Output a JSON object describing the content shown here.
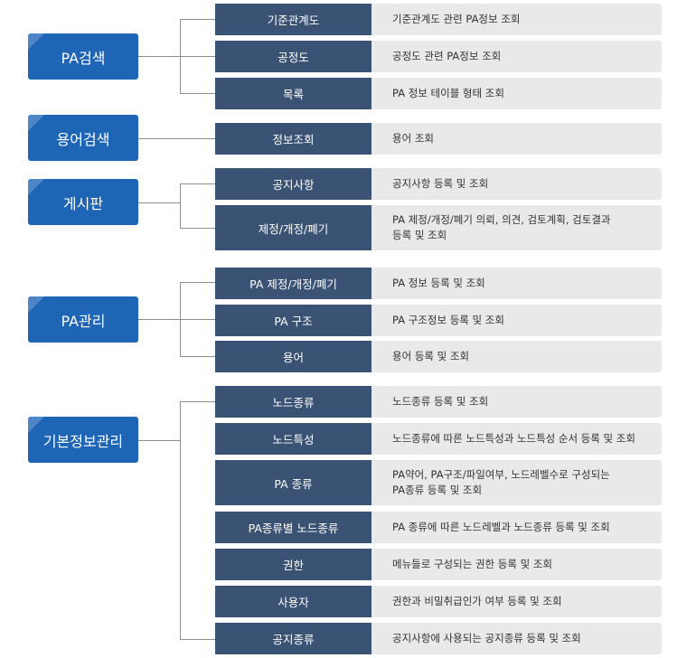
{
  "colors": {
    "category_bg": "#1e65b6",
    "category_corner": "#4f86c8",
    "menu_bg": "#3a5273",
    "description_bg": "#e9e9e9",
    "connector": "#8f8f8f"
  },
  "groups": [
    {
      "category": "PA검색",
      "items": [
        {
          "menu": "기준관계도",
          "description": "기준관계도 관련 PA정보 조회"
        },
        {
          "menu": "공정도",
          "description": "공정도 관련 PA정보 조회"
        },
        {
          "menu": "목록",
          "description": "PA 정보 테이블 형태 조회"
        }
      ]
    },
    {
      "category": "용어검색",
      "items": [
        {
          "menu": "정보조회",
          "description": "용어 조회"
        }
      ]
    },
    {
      "category": "게시판",
      "items": [
        {
          "menu": "공지사항",
          "description": "공지사항 등록 및 조회"
        },
        {
          "menu": "제정/개정/폐기",
          "description": "PA 제정/개정/폐기 의뢰, 의견, 검토계획, 검토결과\n등록 및 조회"
        }
      ]
    },
    {
      "category": "PA관리",
      "items": [
        {
          "menu": "PA 제정/개정/폐기",
          "description": "PA 정보 등록 및 조회"
        },
        {
          "menu": "PA 구조",
          "description": "PA 구조정보 등록 및 조회"
        },
        {
          "menu": "용어",
          "description": "용어 등록 및 조회"
        }
      ]
    },
    {
      "category": "기본정보관리",
      "items": [
        {
          "menu": "노드종류",
          "description": "노드종류 등록 및 조회"
        },
        {
          "menu": "노드특성",
          "description": "노드종류에 따른 노드특성과 노드특성 순서 등록 및 조회"
        },
        {
          "menu": "PA 종류",
          "description": "PA약어, PA구조/파일여부, 노드레벨수로 구성되는\nPA종류 등록 및 조회"
        },
        {
          "menu": "PA종류별 노드종류",
          "description": "PA 종류에 따른 노드레벨과 노드종류  등록 및 조회"
        },
        {
          "menu": "권한",
          "description": "메뉴들로 구성되는 권한 등록 및 조회"
        },
        {
          "menu": "사용자",
          "description": "권한과 비밀취급인가 여부 등록 및 조회"
        },
        {
          "menu": "공지종류",
          "description": "공지사항에 사용되는 공지종류 등록 및 조회"
        }
      ]
    }
  ]
}
